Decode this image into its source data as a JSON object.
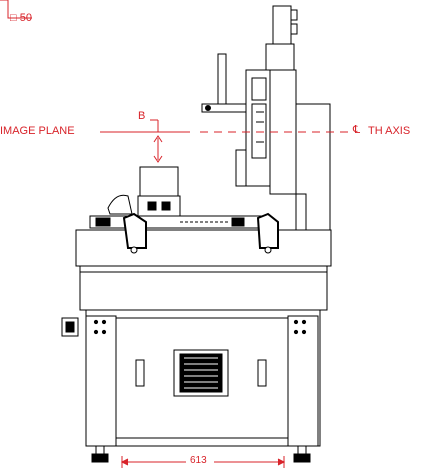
{
  "annotations": {
    "square_size": "□ 50",
    "image_plane": "IMAGE PLANE",
    "reference_b": "B",
    "centerline_symbol": "℄",
    "th_axis": "TH AXIS",
    "width_dim": "613"
  },
  "colors": {
    "annotation": "#d8232a",
    "line": "#000000",
    "background": "#ffffff"
  }
}
